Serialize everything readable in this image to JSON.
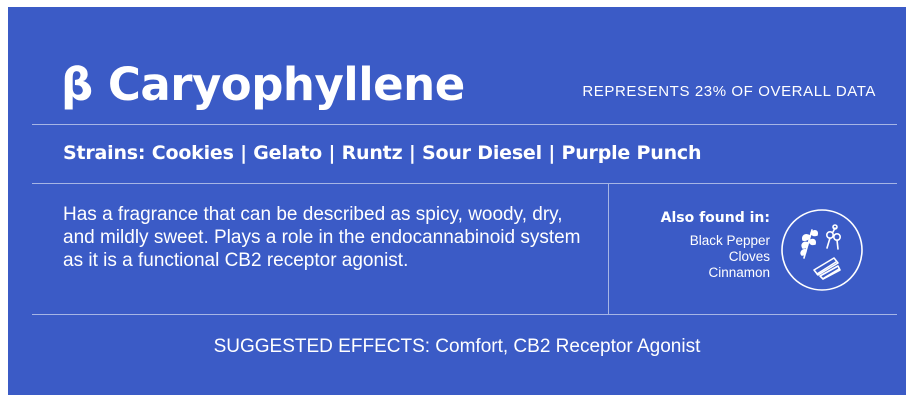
{
  "header": {
    "title": "β Caryophyllene",
    "represents": "REPRESENTS 23% OF OVERALL DATA"
  },
  "strains": {
    "text": "Strains: Cookies | Gelato | Runtz | Sour Diesel | Purple Punch"
  },
  "description": {
    "text": "Has a fragrance that can be described as spicy, woody, dry, and mildly sweet. Plays a role in the endocannabinoid system as it is a functional CB2 receptor agonist."
  },
  "also_found": {
    "title": "Also found in:",
    "items": [
      "Black Pepper",
      "Cloves",
      "Cinnamon"
    ],
    "icon": "spices-icon"
  },
  "effects": {
    "text": "SUGGESTED EFFECTS: Comfort, CB2 Receptor Agonist"
  },
  "colors": {
    "background": "#3b5bc6",
    "text": "#ffffff"
  }
}
